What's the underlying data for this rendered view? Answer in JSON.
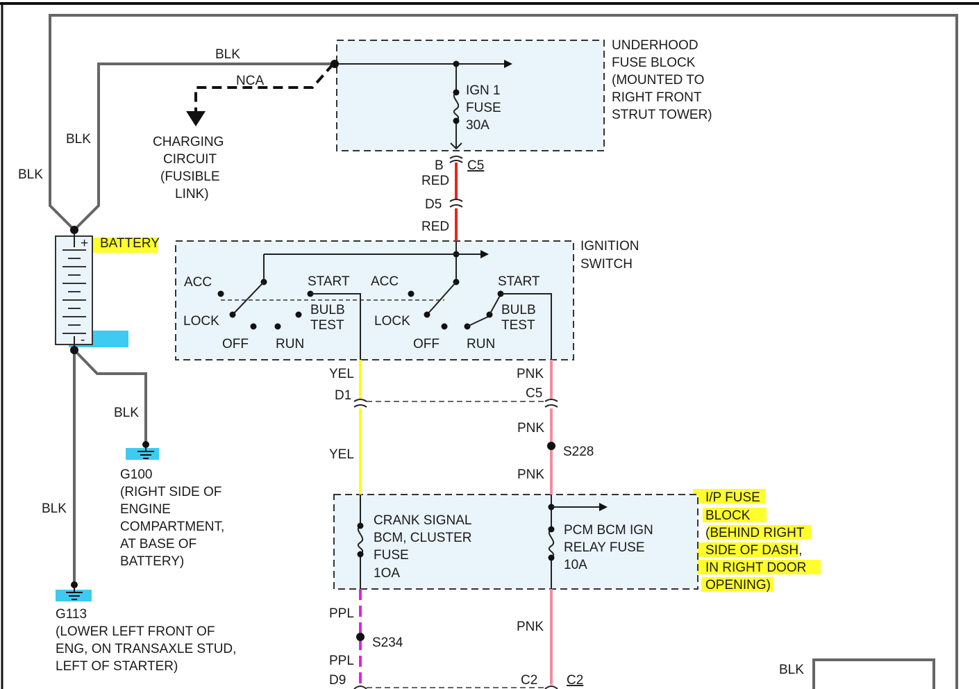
{
  "colors": {
    "blk_wire": "#666666",
    "red_wire": "#e8261c",
    "yel_wire": "#ffff00",
    "pnk_wire": "#f28ca0",
    "ppl_wire": "#e81ee8",
    "box_fill": "#eaf4fb",
    "highlight_yellow": "#ffff1a",
    "highlight_blue": "#29c5f0"
  },
  "wire_labels": {
    "blk_top": "BLK",
    "blk_left_inner": "BLK",
    "blk_left_outer": "BLK",
    "blk_g100": "BLK",
    "blk_g113": "BLK",
    "blk_bottom_right": "BLK",
    "nca": "NCA",
    "red_b": "B",
    "red_1": "RED",
    "red_2": "RED",
    "yel_1": "YEL",
    "yel_2": "YEL",
    "pnk_1": "PNK",
    "pnk_2": "PNK",
    "pnk_3": "PNK",
    "pnk_4": "PNK",
    "ppl_1": "PPL",
    "ppl_2": "PPL"
  },
  "connectors": {
    "c5_top": "C5",
    "d5": "D5",
    "d1": "D1",
    "c5_mid": "C5",
    "d9": "D9",
    "c2_left": "C2",
    "c2_right": "C2"
  },
  "splices": {
    "s228": "S228",
    "s234": "S234"
  },
  "charging_circuit": [
    "CHARGING",
    "CIRCUIT",
    "(FUSIBLE",
    "LINK)"
  ],
  "underhood_fuse_block": {
    "title_lines": [
      "UNDERHOOD",
      "FUSE BLOCK",
      "(MOUNTED TO",
      "RIGHT FRONT",
      "STRUT TOWER)"
    ],
    "fuse_lines": [
      "IGN 1",
      "FUSE",
      "30A"
    ]
  },
  "battery": {
    "plus": "+",
    "minus": "-",
    "label": "BATTERY"
  },
  "ignition_switch": {
    "title_lines": [
      "IGNITION",
      "SWITCH"
    ],
    "positions": {
      "acc": "ACC",
      "start": "START",
      "lock": "LOCK",
      "bulb": "BULB",
      "test": "TEST",
      "off": "OFF",
      "run": "RUN"
    }
  },
  "grounds": {
    "g100": [
      "G100",
      "(RIGHT SIDE OF",
      "ENGINE",
      "COMPARTMENT,",
      "AT BASE OF",
      "BATTERY)"
    ],
    "g113": [
      "G113",
      "(LOWER LEFT FRONT OF",
      "ENG, ON TRANSAXLE STUD,",
      "LEFT OF STARTER)"
    ]
  },
  "ip_fuse_block": {
    "title_lines": [
      "I/P FUSE",
      "BLOCK",
      "(BEHIND RIGHT",
      "SIDE OF DASH,",
      "IN RIGHT DOOR",
      "OPENING)"
    ],
    "crank_fuse": [
      "CRANK SIGNAL",
      "BCM, CLUSTER",
      "FUSE",
      "1OA"
    ],
    "pcm_fuse": [
      "PCM BCM IGN",
      "RELAY FUSE",
      "10A"
    ]
  }
}
